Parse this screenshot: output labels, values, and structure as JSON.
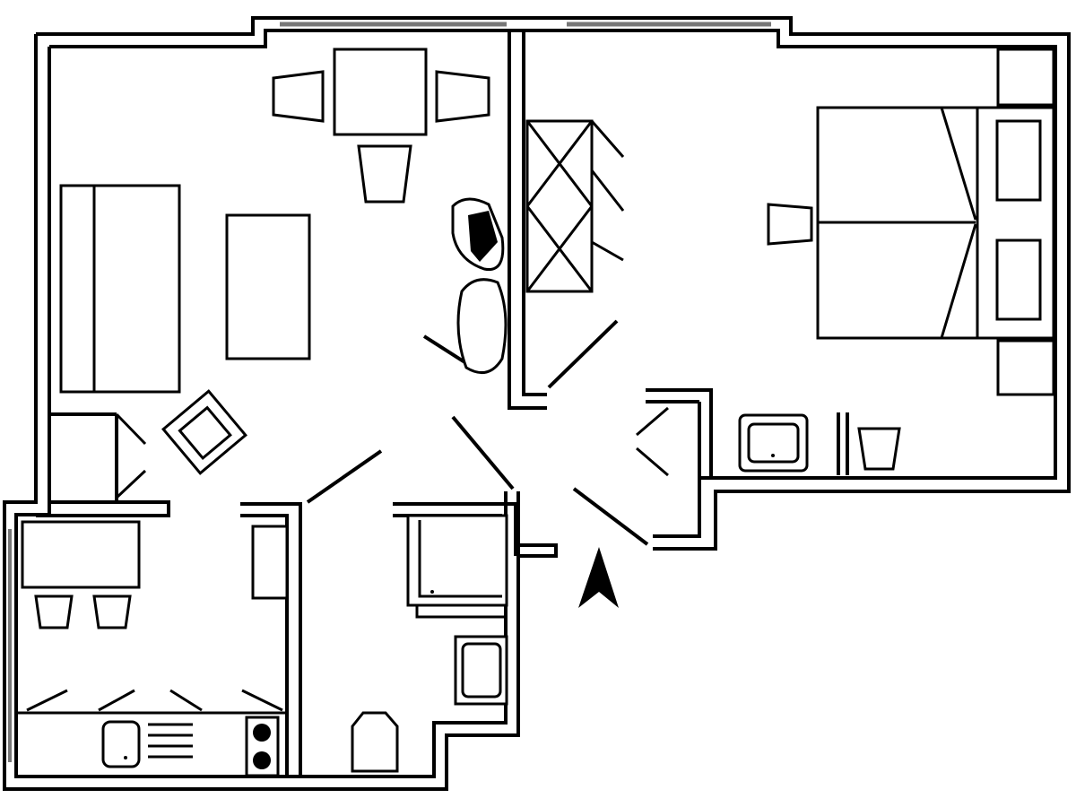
{
  "diagram": {
    "type": "floor-plan",
    "colors": {
      "line": "#000000",
      "background": "#ffffff",
      "window": "#777777"
    },
    "symbols": [
      "north-arrow",
      "bed",
      "wardrobe",
      "sofa",
      "dining-table",
      "kitchen-sink",
      "hob",
      "bathtub",
      "shower",
      "toilet",
      "washbasin"
    ]
  }
}
